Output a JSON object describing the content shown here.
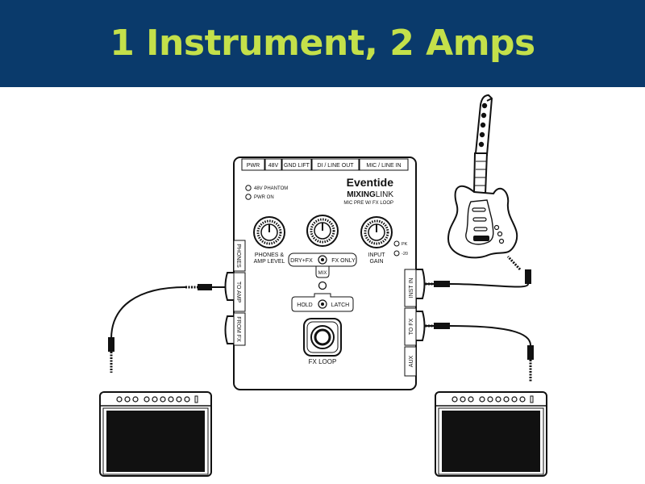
{
  "header": {
    "title": "1 Instrument, 2 Amps",
    "background": "#0a3a6b",
    "title_color": "#c4e04a"
  },
  "device": {
    "brand": "Eventide",
    "model_bold": "MIXING",
    "model_light": "LINK",
    "subtitle": "MIC PRE W/ FX LOOP",
    "top_labels": [
      "PWR",
      "48V",
      "GND LIFT",
      "DI / LINE OUT",
      "MIC / LINE IN"
    ],
    "left_jacks": [
      "PHONES",
      "TO AMP",
      "FROM FX"
    ],
    "right_jacks": [
      "INST IN",
      "TO FX",
      "AUX"
    ],
    "leds": [
      "48V PHANTOM",
      "PWR ON"
    ],
    "knob_left_label": [
      "PHONES &",
      "AMP LEVEL"
    ],
    "knob_right_label": [
      "INPUT",
      "GAIN"
    ],
    "meter_labels": [
      "PK",
      "-20"
    ],
    "mix_left": "DRY+FX",
    "mix_right": "FX ONLY",
    "mix_label": "MIX",
    "hold_label": "HOLD",
    "latch_label": "LATCH",
    "fx_loop_label": "FX LOOP"
  },
  "icons": [
    "guitar-icon",
    "amp-icon",
    "cable-icon",
    "knob-icon",
    "footswitch-icon"
  ]
}
